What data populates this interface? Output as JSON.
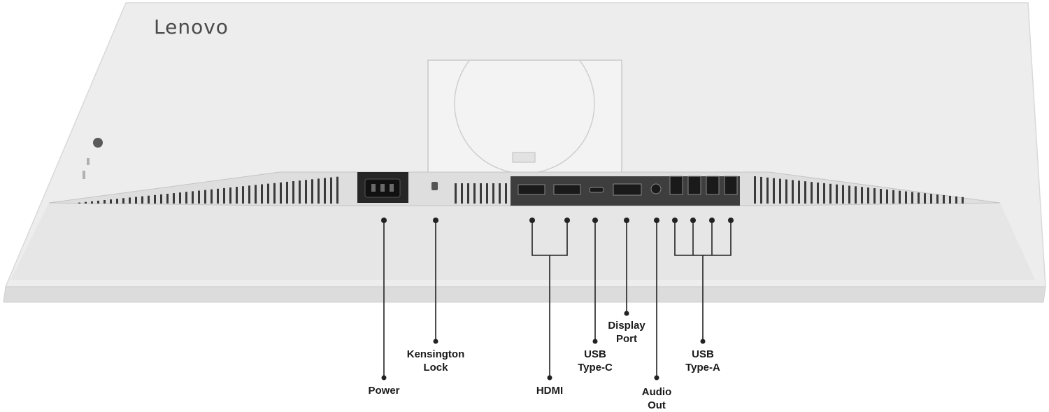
{
  "brand": {
    "logo_text": "Lenovo"
  },
  "ports": [
    {
      "id": "power",
      "label_lines": [
        "Power"
      ]
    },
    {
      "id": "kensington",
      "label_lines": [
        "Kensington",
        "Lock"
      ]
    },
    {
      "id": "hdmi",
      "label_lines": [
        "HDMI"
      ]
    },
    {
      "id": "usbc",
      "label_lines": [
        "USB",
        "Type-C"
      ]
    },
    {
      "id": "dp",
      "label_lines": [
        "Display",
        "Port"
      ]
    },
    {
      "id": "audio",
      "label_lines": [
        "Audio",
        "Out"
      ]
    },
    {
      "id": "usba",
      "label_lines": [
        "USB",
        "Type-A"
      ]
    }
  ],
  "colors": {
    "body": "#ececec",
    "shadow": "#d6d6d6",
    "port_panel": "#3c3c3c",
    "line": "#222222"
  }
}
